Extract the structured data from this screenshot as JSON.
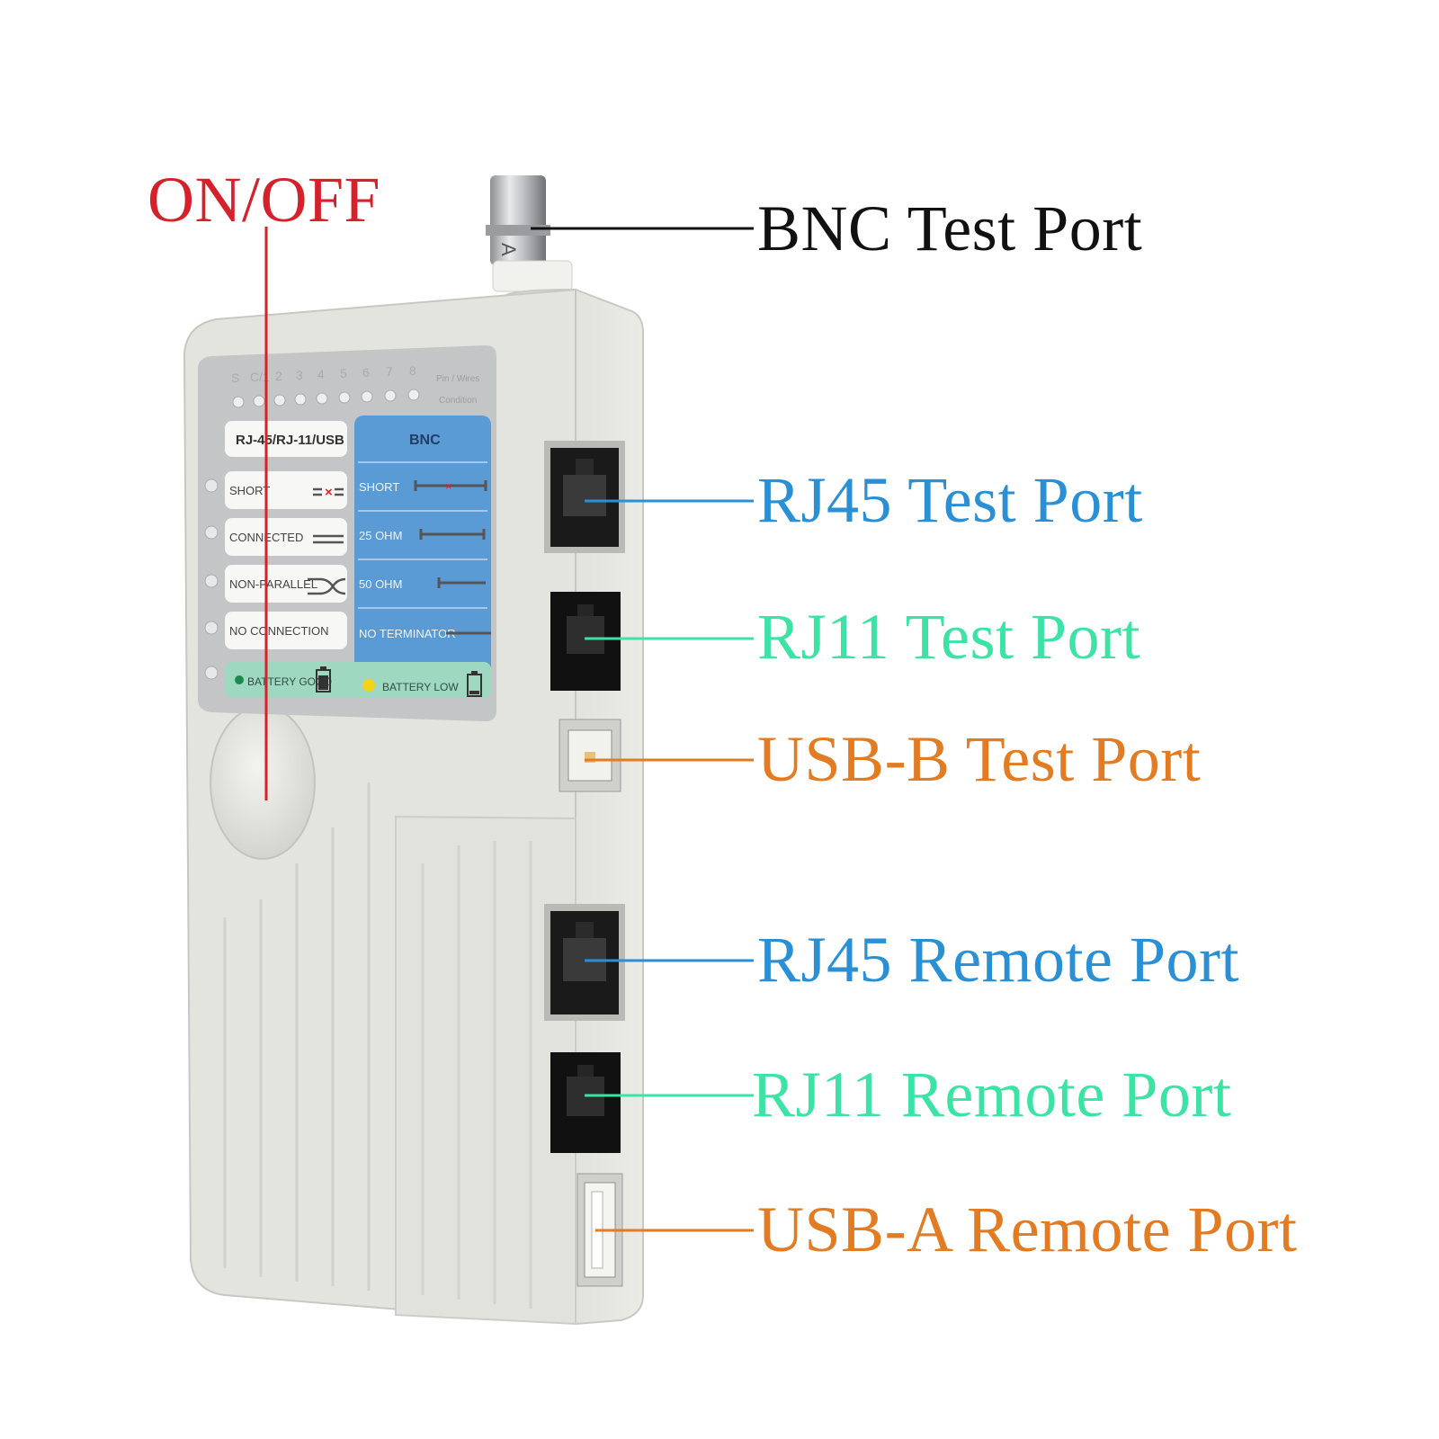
{
  "callouts": {
    "on_off": "ON/OFF",
    "bnc": "BNC Test Port",
    "rj45_test": "RJ45 Test Port",
    "rj11_test": "RJ11 Test Port",
    "usbb_test": "USB-B Test Port",
    "rj45_remote": "RJ45 Remote Port",
    "rj11_remote": "RJ11 Remote Port",
    "usba_remote": "USB-A Remote Port"
  },
  "colors": {
    "red": "#d6212a",
    "black": "#111111",
    "blue": "#2a90d6",
    "green": "#3be3a4",
    "orange": "#e27b22",
    "device_body": "#e4e4df",
    "panel_bg": "#c3c5c6",
    "bnc_panel": "#5b9bd5",
    "battery_bar": "#9fd8c0"
  },
  "panel": {
    "pin_labels": [
      "S",
      "C/1",
      "2",
      "3",
      "4",
      "5",
      "6",
      "7",
      "8"
    ],
    "pin_caption_1": "Pin / Wires",
    "pin_caption_2": "Condition",
    "left_header": "RJ-45/RJ-11/USB",
    "right_header": "BNC",
    "left_rows": [
      "SHORT",
      "CONNECTED",
      "NON-PARALLEL",
      "NO CONNECTION"
    ],
    "right_rows": [
      "SHORT",
      "25 OHM",
      "50 OHM",
      "NO TERMINATOR"
    ],
    "battery_good": "BATTERY GOOD",
    "battery_low": "BATTERY LOW"
  },
  "icons": [
    "power-button-icon",
    "bnc-connector-icon",
    "rj45-jack-icon",
    "rj11-jack-icon",
    "usb-b-jack-icon",
    "usb-a-jack-icon",
    "battery-icon"
  ]
}
